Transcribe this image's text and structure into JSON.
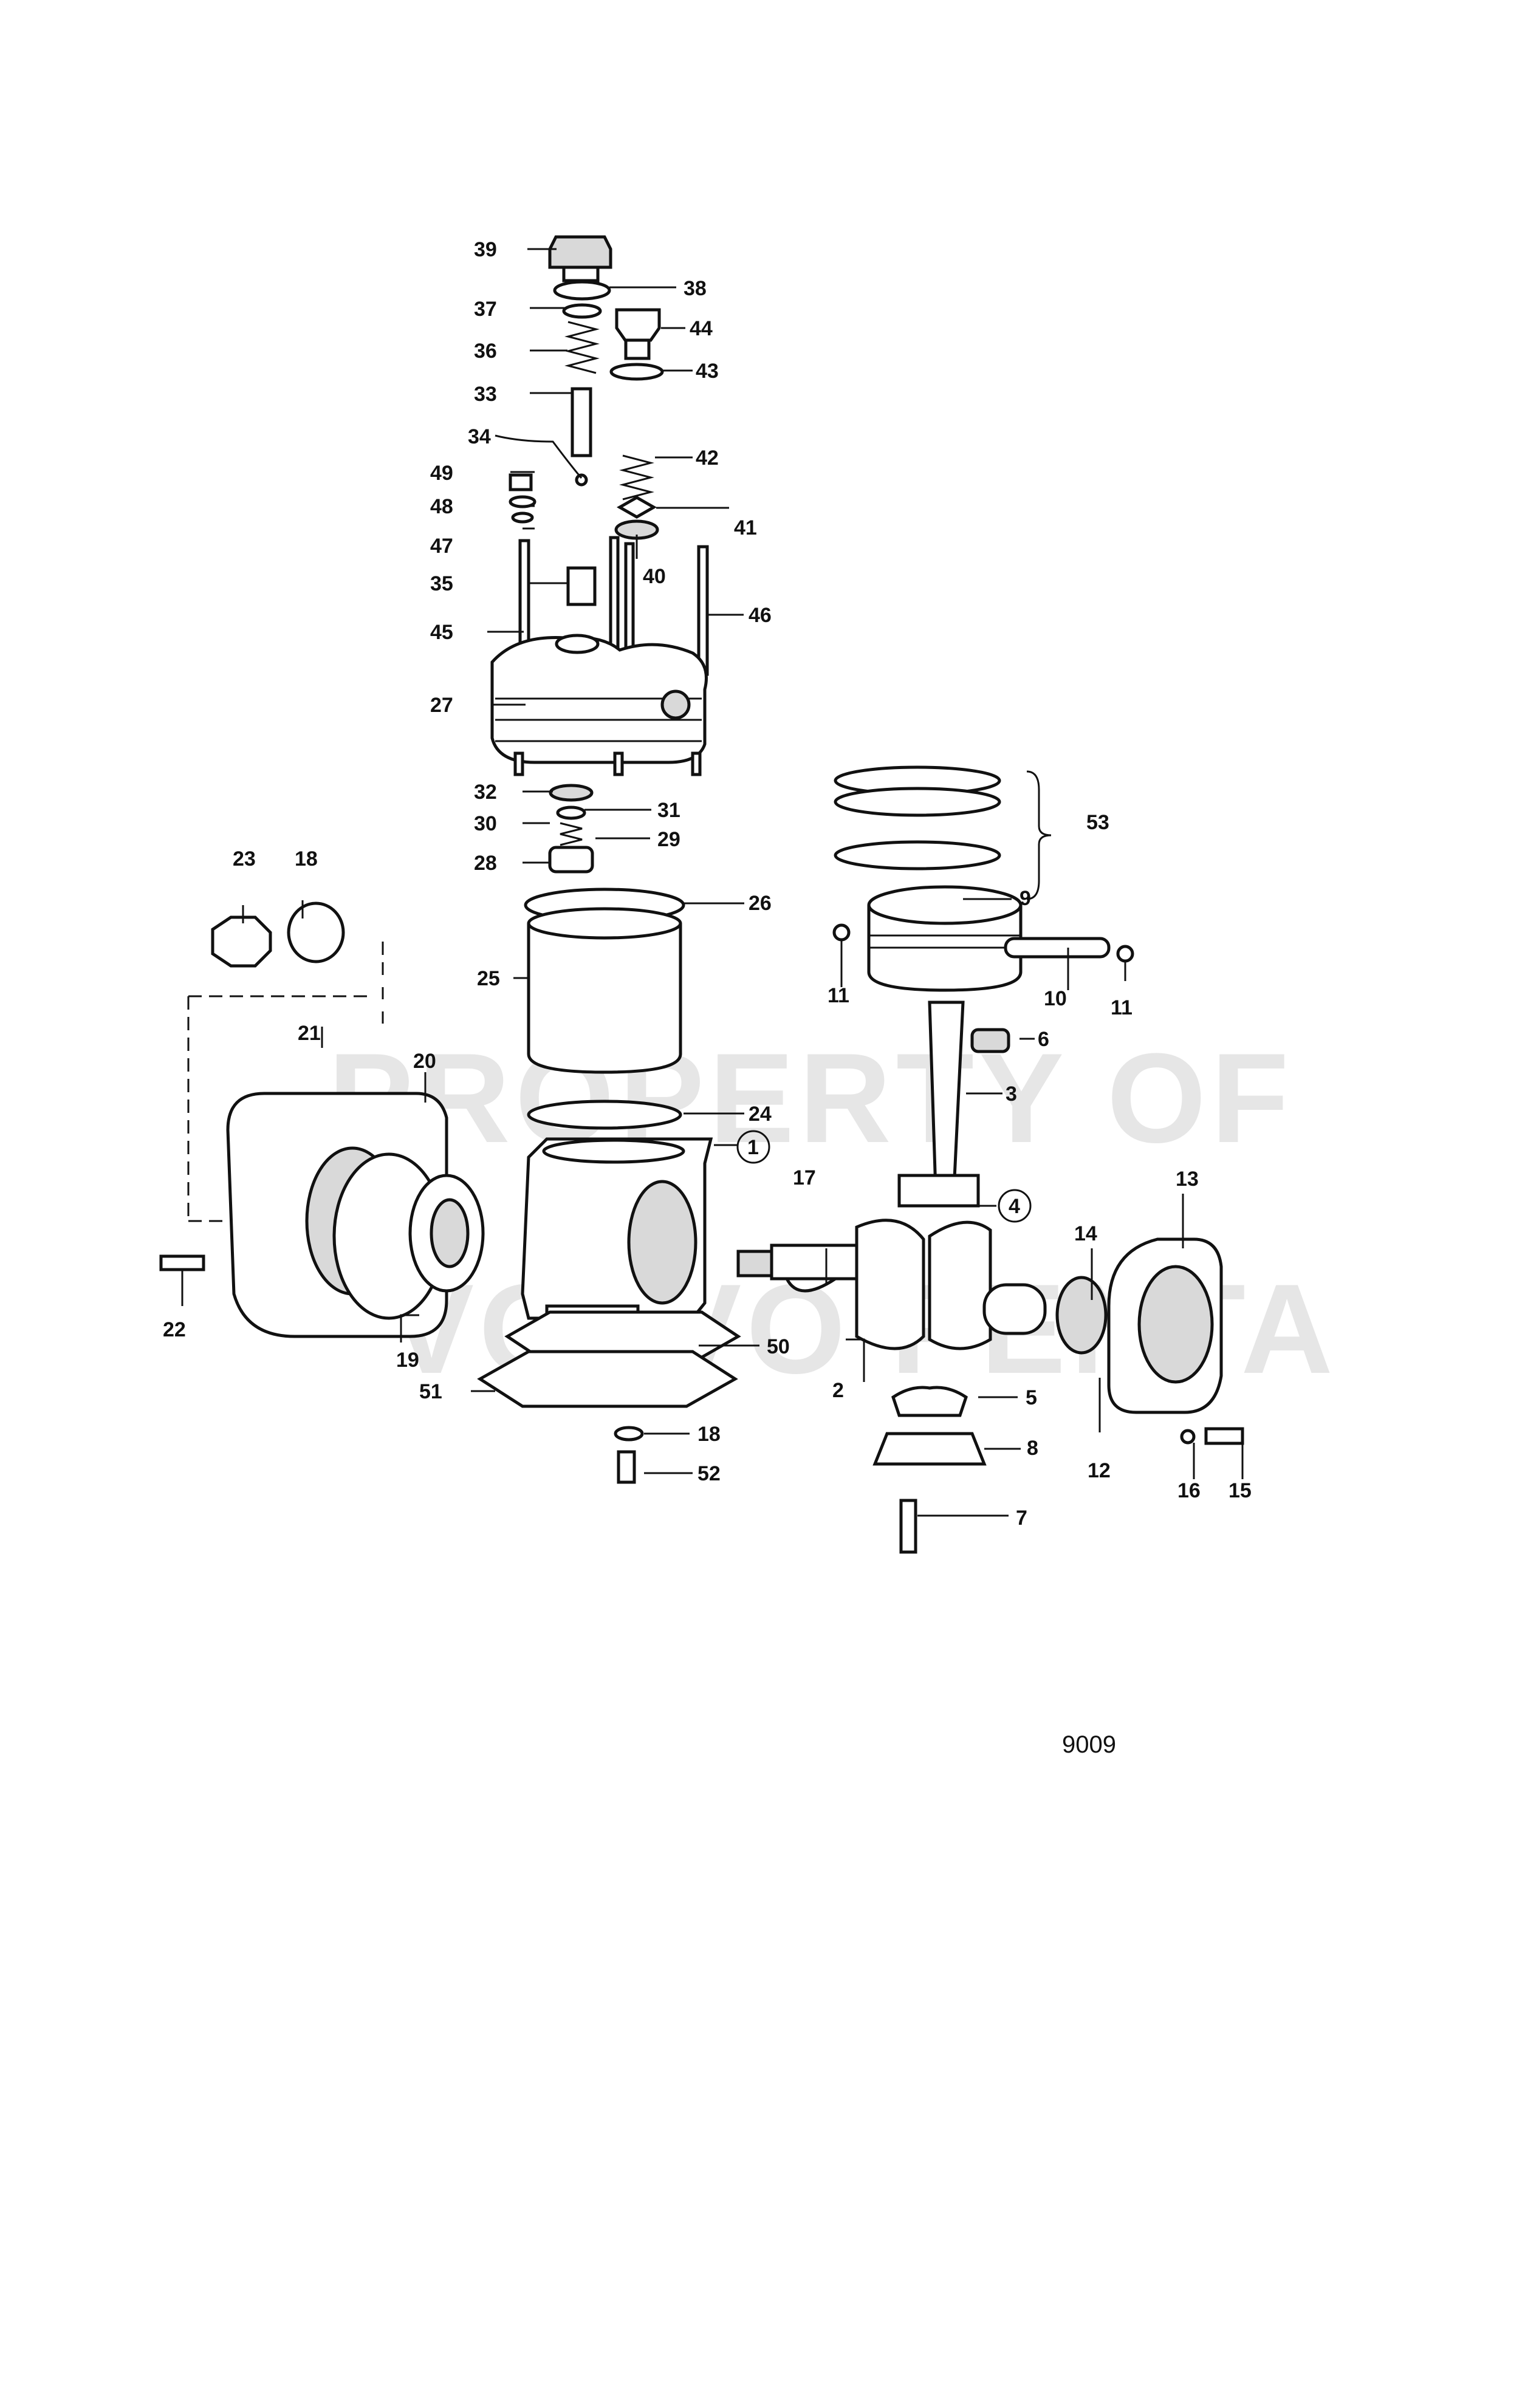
{
  "figure_number": "9009",
  "watermark": {
    "line1": "PROPERTY OF",
    "line2": "VOLVO PENTA"
  },
  "callouts": [
    {
      "id": "c39",
      "text": "39"
    },
    {
      "id": "c38",
      "text": "38"
    },
    {
      "id": "c37",
      "text": "37"
    },
    {
      "id": "c44",
      "text": "44"
    },
    {
      "id": "c36",
      "text": "36"
    },
    {
      "id": "c43",
      "text": "43"
    },
    {
      "id": "c33",
      "text": "33"
    },
    {
      "id": "c34",
      "text": "34"
    },
    {
      "id": "c42",
      "text": "42"
    },
    {
      "id": "c49",
      "text": "49"
    },
    {
      "id": "c48",
      "text": "48"
    },
    {
      "id": "c47",
      "text": "47"
    },
    {
      "id": "c41",
      "text": "41"
    },
    {
      "id": "c40",
      "text": "40"
    },
    {
      "id": "c35",
      "text": "35"
    },
    {
      "id": "c45",
      "text": "45"
    },
    {
      "id": "c46",
      "text": "46"
    },
    {
      "id": "c27",
      "text": "27"
    },
    {
      "id": "c32",
      "text": "32"
    },
    {
      "id": "c31",
      "text": "31"
    },
    {
      "id": "c30",
      "text": "30"
    },
    {
      "id": "c29",
      "text": "29"
    },
    {
      "id": "c28",
      "text": "28"
    },
    {
      "id": "c53",
      "text": "53"
    },
    {
      "id": "c23",
      "text": "23"
    },
    {
      "id": "c18a",
      "text": "18"
    },
    {
      "id": "c26",
      "text": "26"
    },
    {
      "id": "c9",
      "text": "9"
    },
    {
      "id": "c25",
      "text": "25"
    },
    {
      "id": "c11a",
      "text": "11"
    },
    {
      "id": "c10",
      "text": "10"
    },
    {
      "id": "c11b",
      "text": "11"
    },
    {
      "id": "c21",
      "text": "21"
    },
    {
      "id": "c20",
      "text": "20"
    },
    {
      "id": "c6",
      "text": "6"
    },
    {
      "id": "c3",
      "text": "3"
    },
    {
      "id": "c24",
      "text": "24"
    },
    {
      "id": "c1",
      "text": "1"
    },
    {
      "id": "c17",
      "text": "17"
    },
    {
      "id": "c4",
      "text": "4"
    },
    {
      "id": "c13",
      "text": "13"
    },
    {
      "id": "c14",
      "text": "14"
    },
    {
      "id": "c22",
      "text": "22"
    },
    {
      "id": "c19",
      "text": "19"
    },
    {
      "id": "c50",
      "text": "50"
    },
    {
      "id": "c2",
      "text": "2"
    },
    {
      "id": "c51",
      "text": "51"
    },
    {
      "id": "c5",
      "text": "5"
    },
    {
      "id": "c18b",
      "text": "18"
    },
    {
      "id": "c52",
      "text": "52"
    },
    {
      "id": "c8",
      "text": "8"
    },
    {
      "id": "c12",
      "text": "12"
    },
    {
      "id": "c16",
      "text": "16"
    },
    {
      "id": "c15",
      "text": "15"
    },
    {
      "id": "c7",
      "text": "7"
    }
  ]
}
